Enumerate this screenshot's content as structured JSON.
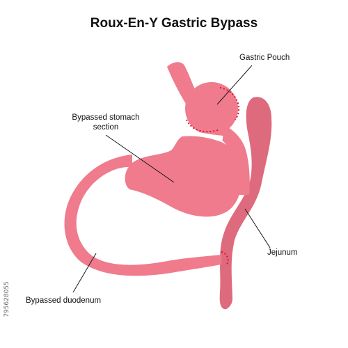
{
  "title": "Roux-En-Y Gastric Bypass",
  "labels": {
    "gastric_pouch": "Gastric Pouch",
    "bypassed_stomach_line1": "Bypassed stomach",
    "bypassed_stomach_line2": "section",
    "jejunum": "Jejunum",
    "bypassed_duodenum": "Bypassed duodenum"
  },
  "stock_id": "795628055",
  "colors": {
    "organ": "#ef7b8d",
    "organ_dark": "#de6a7d",
    "staple_line": "#e0102a",
    "text": "#111111",
    "background": "#ffffff"
  }
}
